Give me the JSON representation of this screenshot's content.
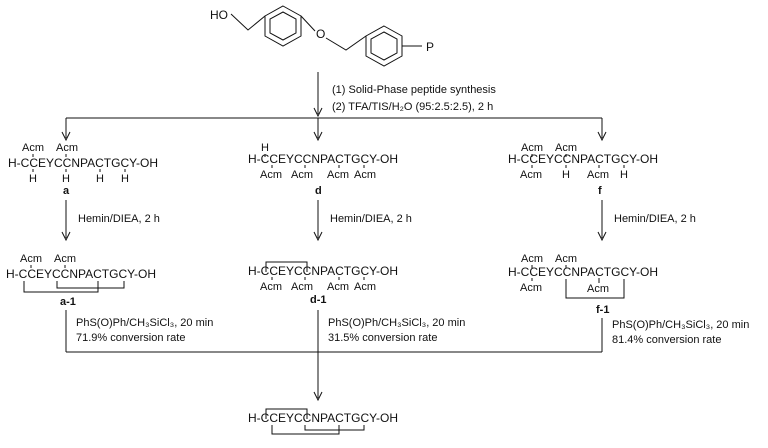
{
  "reagent": {
    "hydroxyl": "HO",
    "oxygen": "O",
    "resin": "P"
  },
  "step1": {
    "line1": "(1) Solid-Phase peptide synthesis",
    "line2": "(2) TFA/TIS/H₂O (95:2.5:2.5), 2 h"
  },
  "peptide_sequence": "H-CCEYCCNPACTGCY-OH",
  "protecting_group": "Acm",
  "hydrogen": "H",
  "compounds": {
    "a": "a",
    "d": "d",
    "f": "f",
    "a1": "a-1",
    "d1": "d-1",
    "f1": "f-1"
  },
  "oxidation_condition": "Hemin/DIEA, 2 h",
  "reduction_condition": "PhS(O)Ph/CH₃SiCl₃, 20 min",
  "conversion": {
    "a": "71.9% conversion rate",
    "d": "31.5% conversion rate",
    "f": "81.4% conversion rate"
  }
}
